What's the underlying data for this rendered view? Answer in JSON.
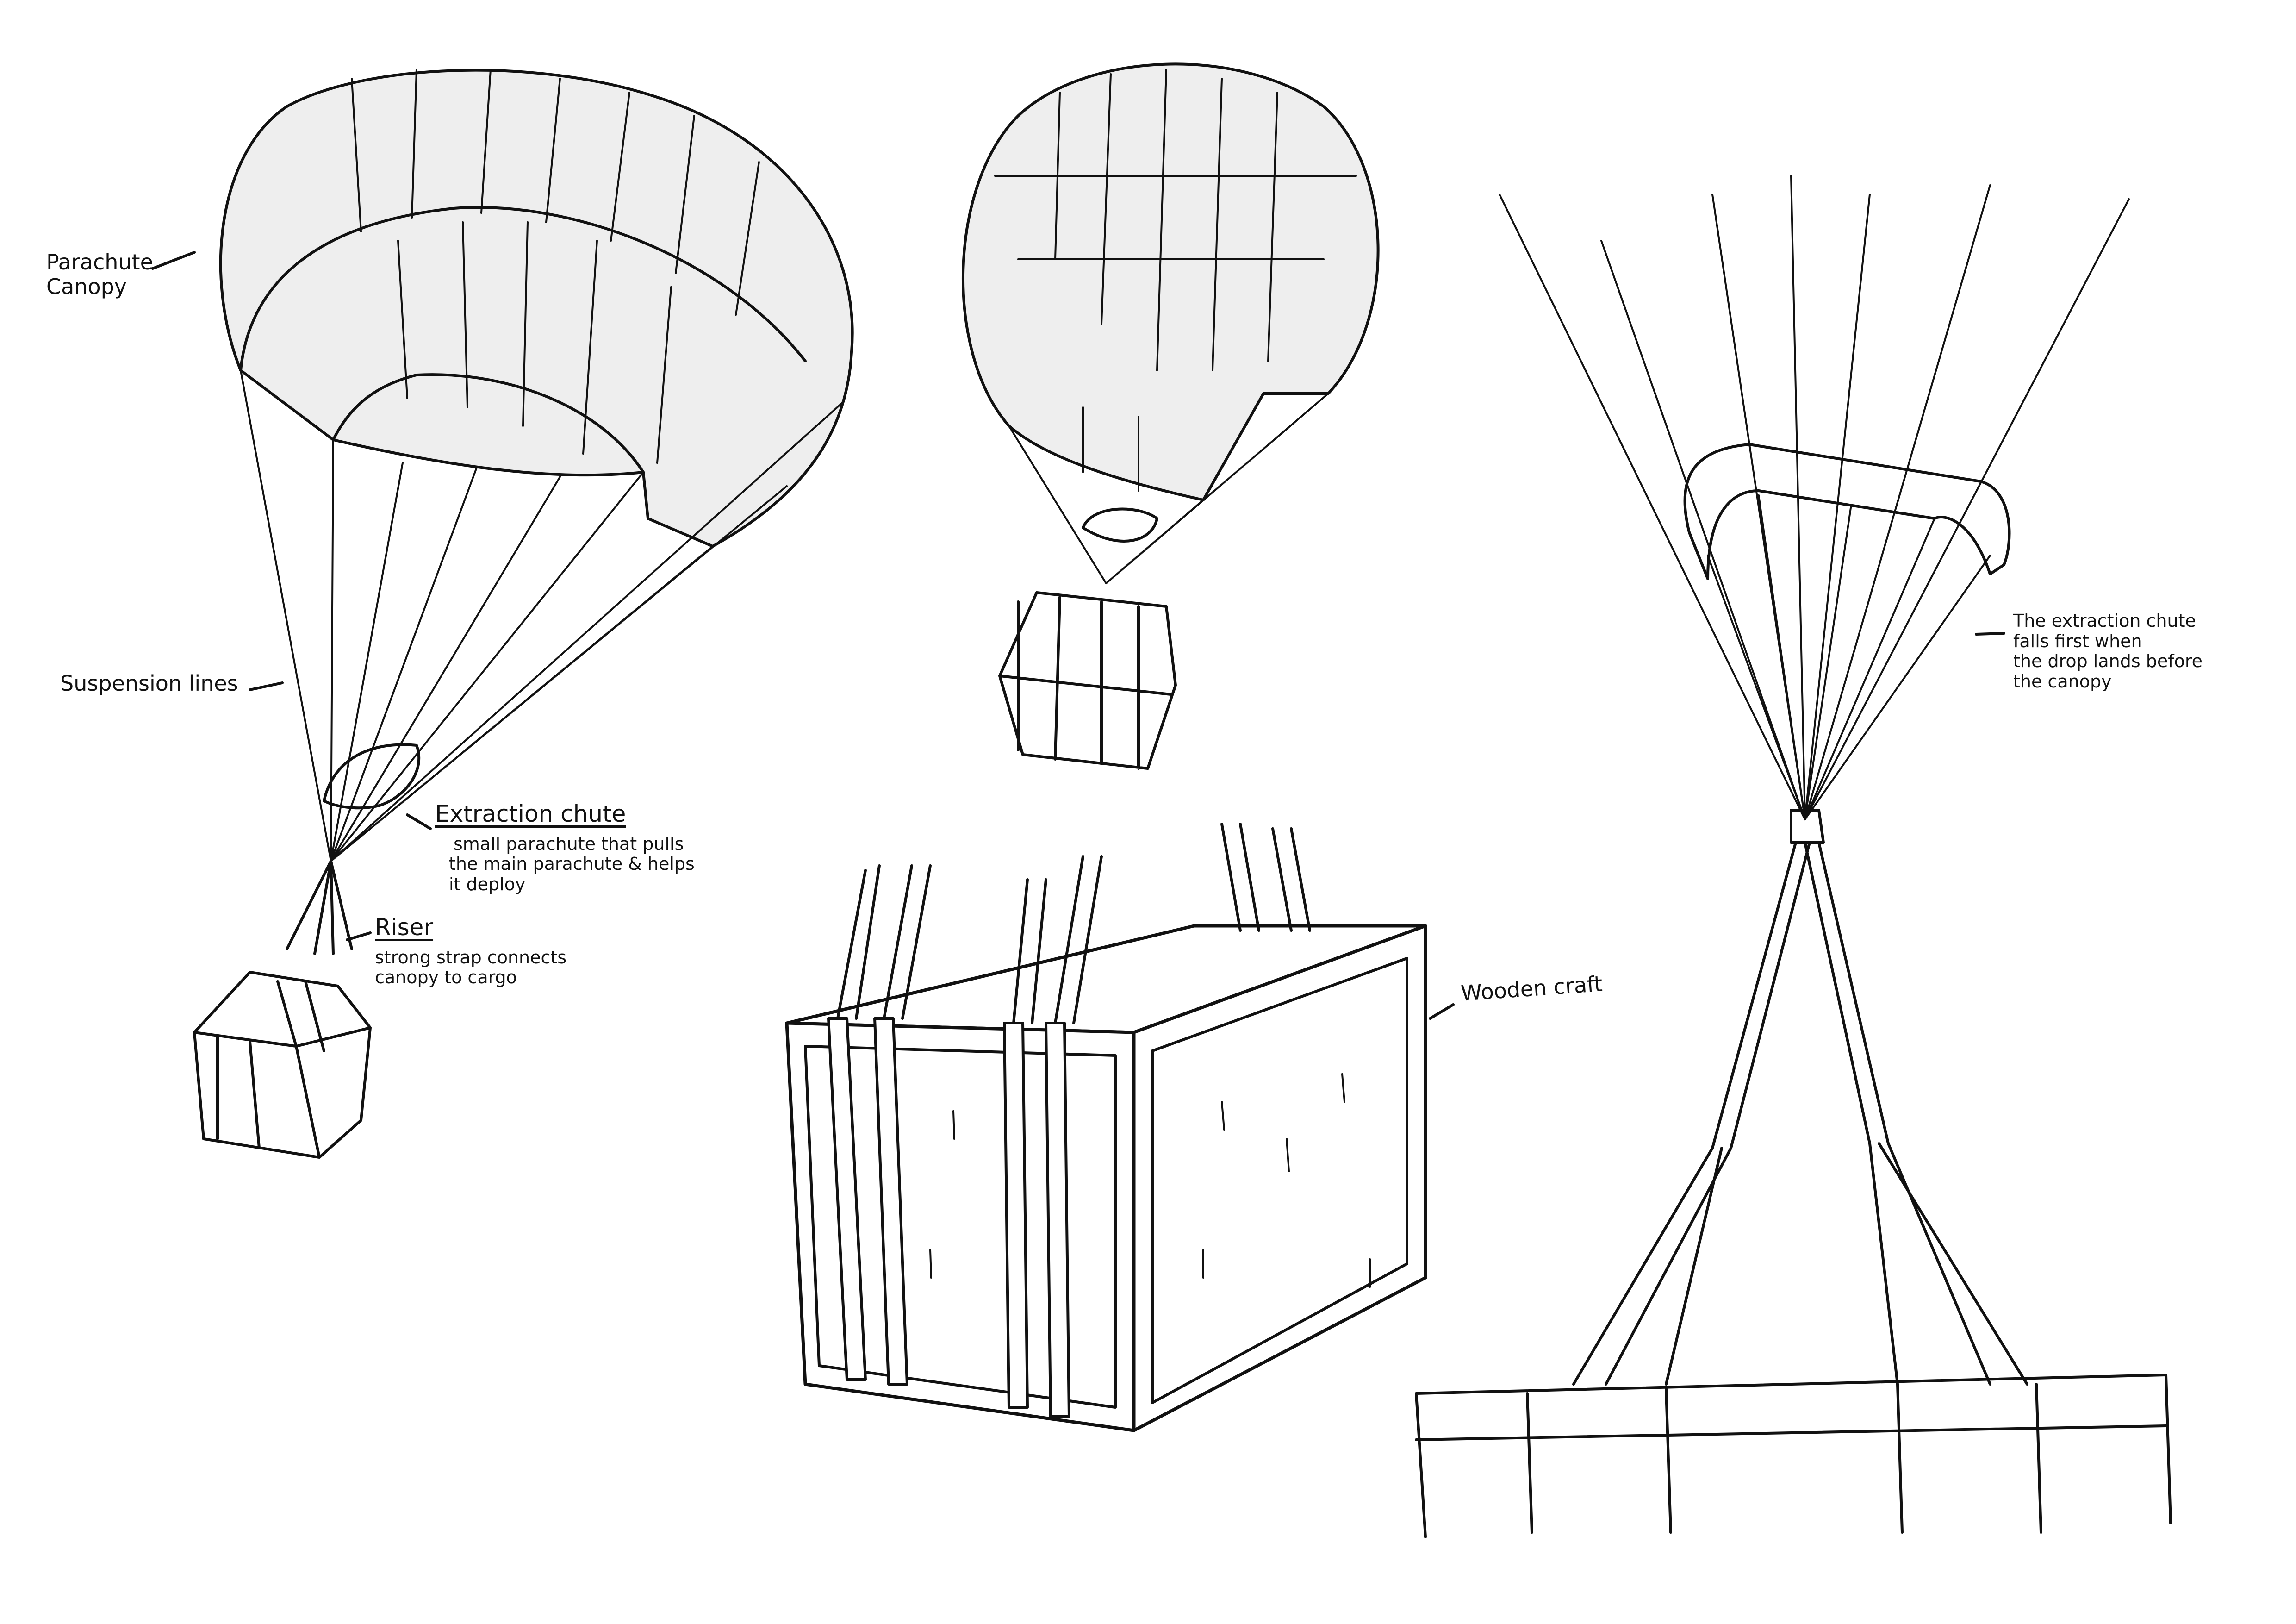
{
  "colors": {
    "ink": "#111111",
    "canopy": "#eeeeee",
    "paper": "#ffffff"
  },
  "labels": {
    "parachute_canopy_line1": "Parachute",
    "parachute_canopy_line2": "Canopy",
    "suspension_lines": "Suspension lines",
    "extraction_chute_title": "Extraction chute",
    "extraction_chute_desc_line1": "small parachute that pulls",
    "extraction_chute_desc_line2": "the main parachute & helps",
    "extraction_chute_desc_line3": "it deploy",
    "riser_title": "Riser",
    "riser_desc_line1": "strong strap connects",
    "riser_desc_line2": "canopy to cargo",
    "wooden_craft": "Wooden craft",
    "extraction_note_line1": "The extraction chute",
    "extraction_note_line2": "falls first when",
    "extraction_note_line3": "the drop lands before",
    "extraction_note_line4": "the canopy"
  }
}
